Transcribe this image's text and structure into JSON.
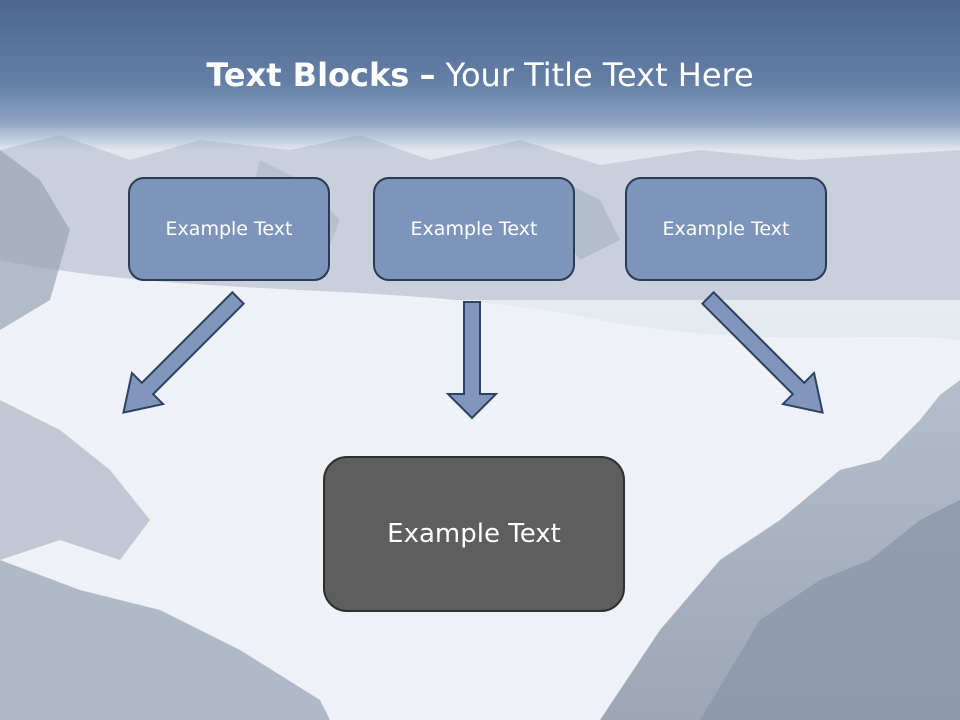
{
  "title": {
    "bold": "Text Blocks",
    "dash": "–",
    "rest": " Your Title Text Here"
  },
  "blocks": [
    {
      "label": "Example Text"
    },
    {
      "label": "Example Text"
    },
    {
      "label": "Example Text"
    }
  ],
  "main_block": {
    "label": "Example Text"
  },
  "colors": {
    "title_band": "#5a73a0",
    "block_fill": "#7d95bb",
    "main_fill": "#5e5e5e",
    "arrow_fill": "#8096bb"
  }
}
